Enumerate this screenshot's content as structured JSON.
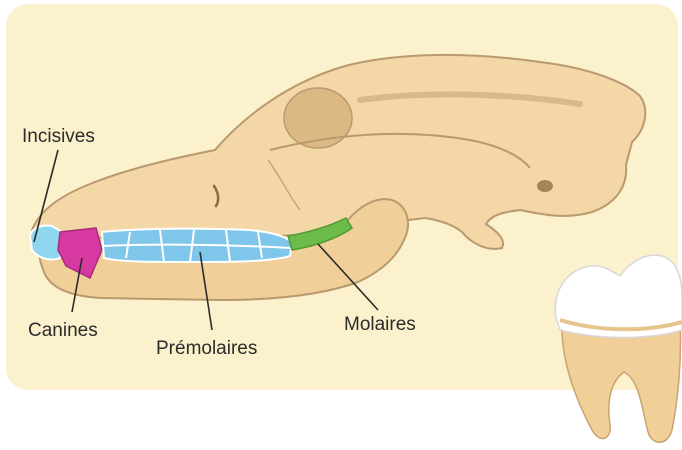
{
  "labels": {
    "incisives": "Incisives",
    "canines": "Canines",
    "premolaires": "Prémolaires",
    "molaires": "Molaires"
  },
  "colors": {
    "panel_background": "#fbf1cc",
    "bone": "#f3d7a6",
    "bone_outline": "#b99a6e",
    "incisors": "#8fd6ef",
    "canine": "#d63aa0",
    "premolars": "#7ec6ea",
    "molars": "#6dbb4a",
    "tooth_enamel": "#ffffff",
    "tooth_root": "#f0cf98"
  }
}
